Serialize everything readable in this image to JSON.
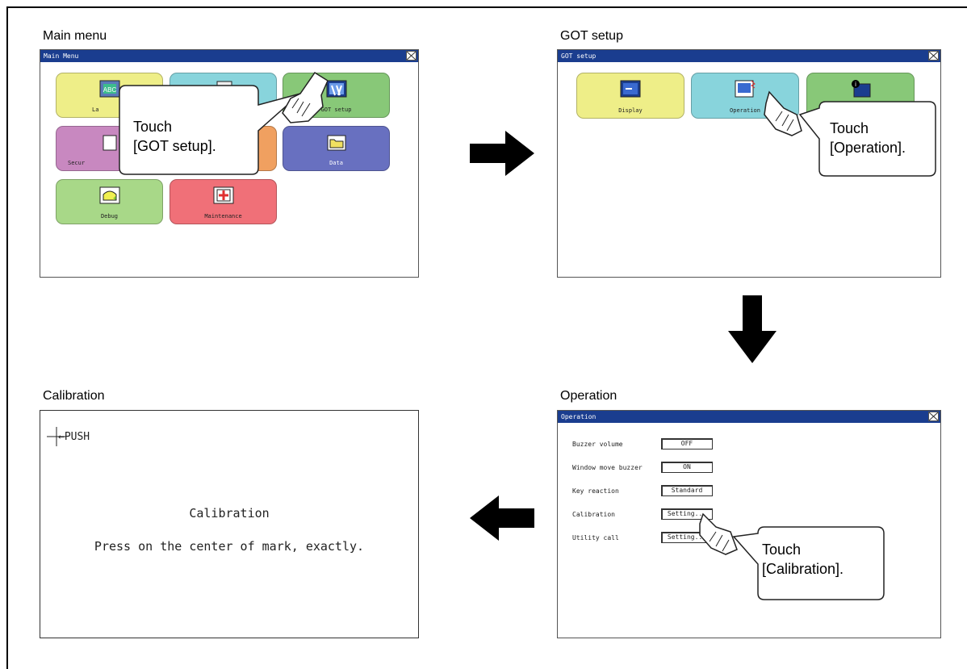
{
  "captions": {
    "main_menu": "Main menu",
    "got_setup": "GOT setup",
    "operation": "Operation",
    "calibration": "Calibration"
  },
  "main_menu_screen": {
    "title": "Main Menu",
    "tiles": [
      {
        "label": "La",
        "color": "#eeee88",
        "icon": "language-icon"
      },
      {
        "label": "",
        "color": "#88d4dc",
        "icon": "communication-icon"
      },
      {
        "label": "GOT setup",
        "color": "#88c878",
        "icon": "got-setup-icon"
      },
      {
        "label": "Secur",
        "color": "#c888c0",
        "icon": "security-icon"
      },
      {
        "label": "",
        "color": "#f0a060",
        "icon": "monitor-icon"
      },
      {
        "label": "Data",
        "color": "#6870c0",
        "icon": "data-icon"
      },
      {
        "label": "Debug",
        "color": "#a8d888",
        "icon": "debug-icon"
      },
      {
        "label": "Maintenance",
        "color": "#f07078",
        "icon": "maintenance-icon"
      }
    ],
    "callout_line1": "Touch",
    "callout_line2": "[GOT setup]."
  },
  "got_setup_screen": {
    "title": "GOT setup",
    "tiles": [
      {
        "label": "Display",
        "color": "#eeee88",
        "icon": "display-icon"
      },
      {
        "label": "Operation",
        "color": "#88d4dc",
        "icon": "operation-icon"
      },
      {
        "label": "",
        "color": "#88c878",
        "icon": "information-icon"
      }
    ],
    "callout_line1": "Touch",
    "callout_line2": "[Operation]."
  },
  "operation_screen": {
    "title": "Operation",
    "rows": [
      {
        "label": "Buzzer volume",
        "button": "OFF"
      },
      {
        "label": "Window move buzzer",
        "button": "ON"
      },
      {
        "label": "Key reaction",
        "button": "Standard"
      },
      {
        "label": "Calibration",
        "button": "Setting..."
      },
      {
        "label": "Utility call",
        "button": "Setting..."
      }
    ],
    "callout_line1": "Touch",
    "callout_line2": "[Calibration]."
  },
  "calibration_screen": {
    "push_label": "←PUSH",
    "heading": "Calibration",
    "instruction": "Press on the center of mark, exactly."
  },
  "colors": {
    "titlebar": "#1a3d8f",
    "arrow": "#000000"
  }
}
